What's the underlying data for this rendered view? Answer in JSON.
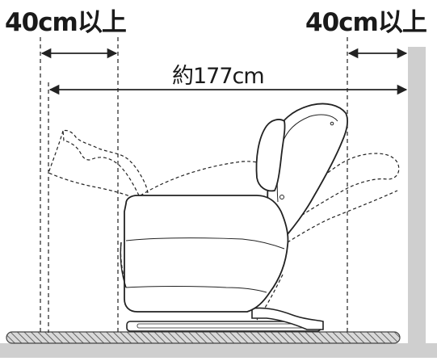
{
  "labels": {
    "left_clearance": "40cm以上",
    "right_clearance": "40cm以上",
    "total_width": "約177cm"
  },
  "colors": {
    "line": "#222222",
    "wall": "#cfcfcf",
    "floor": "#b5b5b5",
    "chair_fill": "#ffffff"
  }
}
